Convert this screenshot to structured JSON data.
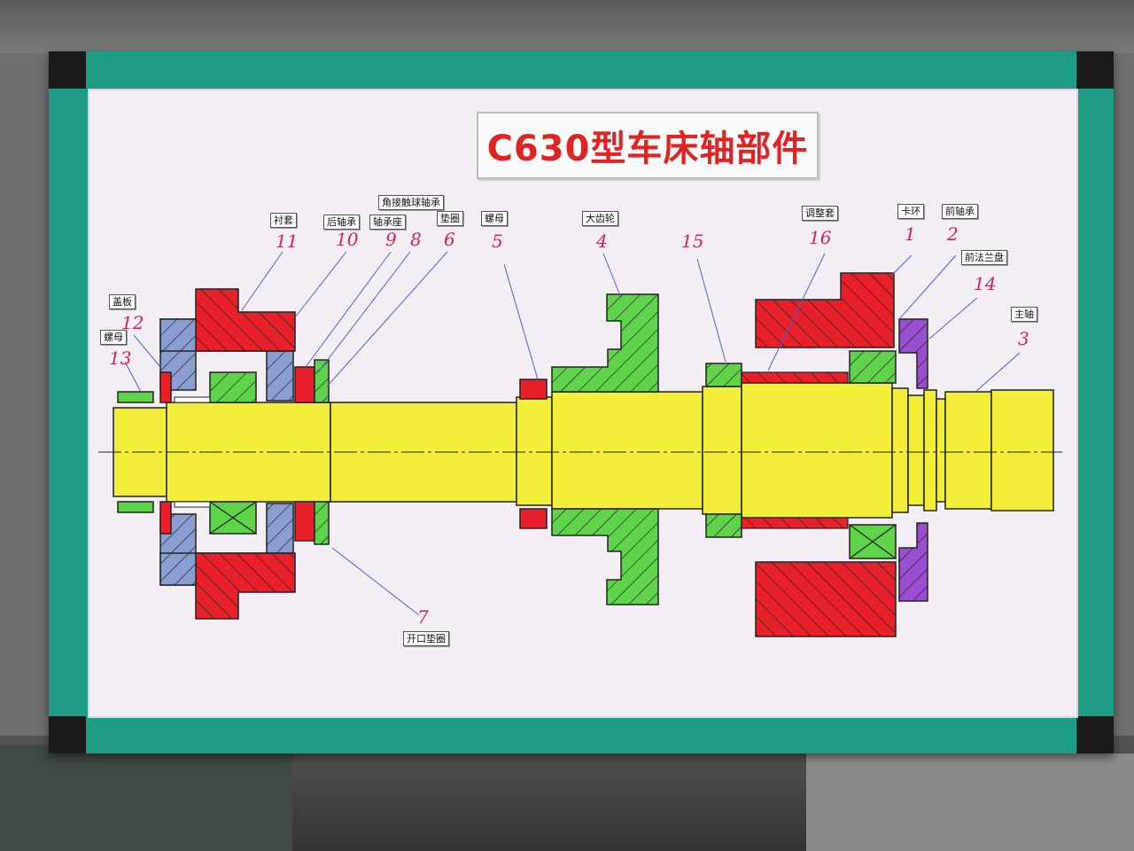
{
  "title": "C630型车床轴部件",
  "labels": {
    "cover_plate": "盖板",
    "nut_left": "螺母",
    "bushing": "衬套",
    "rear_bearing": "后轴承",
    "angular_bearing": "角接触球轴承",
    "bearing_seat": "轴承座",
    "washer": "垫圈",
    "nut_mid": "螺母",
    "big_gear": "大齿轮",
    "adjust_sleeve": "调整套",
    "snap_ring": "卡环",
    "front_bearing": "前轴承",
    "front_flange": "前法兰盘",
    "spindle": "主轴",
    "split_washer": "开口垫圈"
  },
  "numbers": {
    "n1": "1",
    "n2": "2",
    "n3": "3",
    "n4": "4",
    "n5": "5",
    "n6": "6",
    "n7": "7",
    "n8": "8",
    "n9": "9",
    "n10": "10",
    "n11": "11",
    "n12": "12",
    "n13": "13",
    "n14": "14",
    "n15": "15",
    "n16": "16"
  },
  "colors": {
    "frame": "#1f9c86",
    "board": "#f3eef3",
    "shaft": "#f2ee3a",
    "red_part": "#e8202a",
    "green_part": "#5fd34a",
    "blue_part": "#8b9ed1",
    "purple_part": "#9a4fd0",
    "number_ink": "#d0245a"
  }
}
